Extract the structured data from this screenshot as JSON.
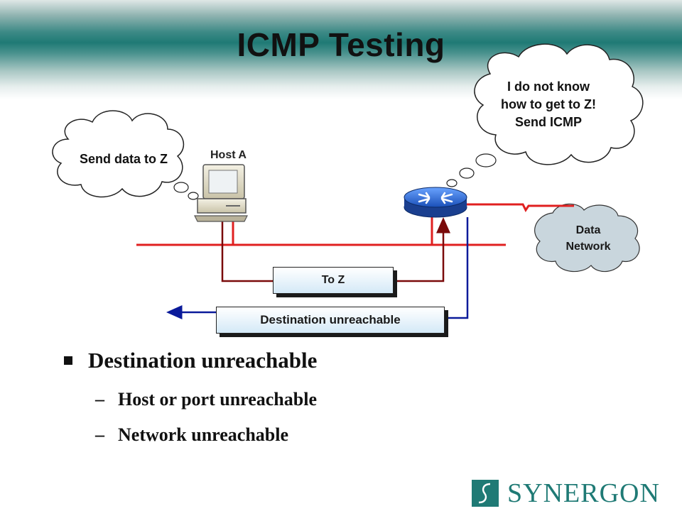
{
  "slide": {
    "title": "ICMP Testing"
  },
  "diagram": {
    "host_label": "Host A",
    "host_thought": "Send data to Z",
    "router_thought": [
      "I do not know",
      "how to get to Z!",
      "Send ICMP"
    ],
    "data_network": [
      "Data",
      "Network"
    ],
    "message_to_z": "To Z",
    "message_reply": "Destination unreachable"
  },
  "bullets": {
    "main": "Destination unreachable",
    "subs": [
      {
        "dash": "–",
        "text": "Host or port unreachable"
      },
      {
        "dash": "–",
        "text": "Network unreachable"
      }
    ]
  },
  "logo": {
    "text": "SYNERGON",
    "color": "#1f7a75"
  },
  "colors": {
    "lan_line": "#e02020",
    "request_path": "#7a0a0a",
    "reply_path": "#0a1a9a",
    "router_body": "#2f6fd6",
    "cloud_fill": "#ffffff",
    "data_cloud_fill": "#c9d6dd"
  }
}
